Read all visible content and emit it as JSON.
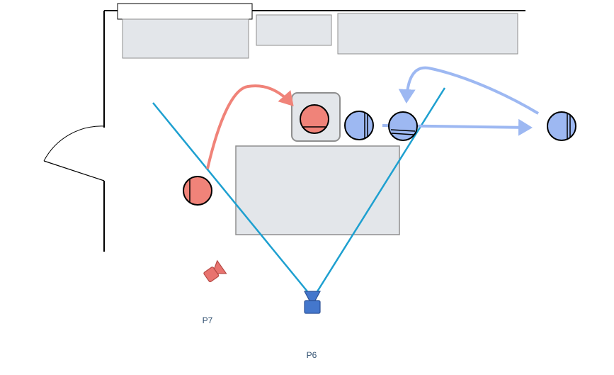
{
  "diagram": {
    "cameras": [
      {
        "id": "p7",
        "label": "P7",
        "color": "#e8736f"
      },
      {
        "id": "p6",
        "label": "P6",
        "color": "#4477cc"
      }
    ],
    "colors": {
      "wall": "#000000",
      "furniture_fill": "#e3e6ea",
      "furniture_stroke": "#8f8f8f",
      "sightline": "#1ea0d0",
      "person_red": "#f08379",
      "person_blue": "#9db8f2",
      "arrow_red": "#f08379",
      "arrow_blue": "#9db8f2"
    },
    "people": [
      {
        "id": "red-walking",
        "team": "red"
      },
      {
        "id": "red-seated",
        "team": "red"
      },
      {
        "id": "blue-standing",
        "team": "blue"
      },
      {
        "id": "blue-moving",
        "team": "blue"
      },
      {
        "id": "blue-far-right",
        "team": "blue"
      }
    ]
  }
}
